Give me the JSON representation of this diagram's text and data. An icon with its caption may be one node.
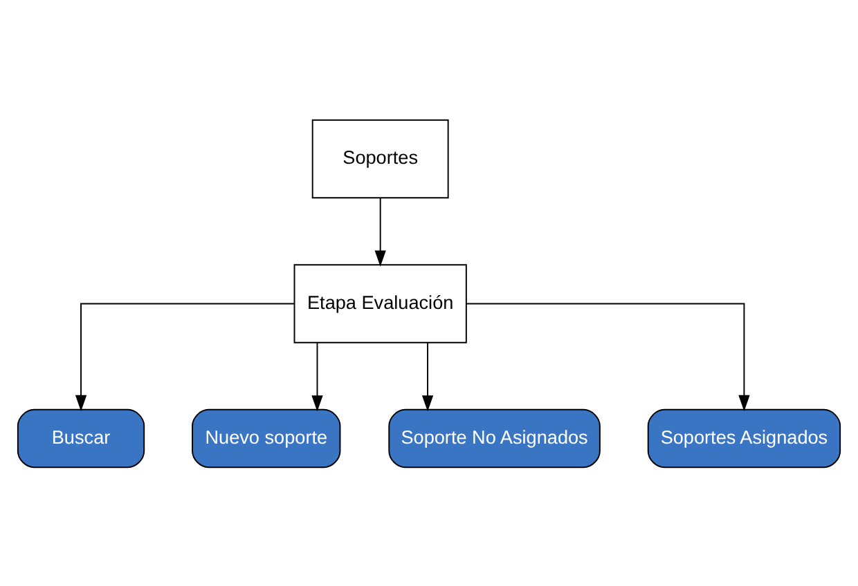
{
  "diagram": {
    "nodes": [
      {
        "text": [
          "Soportes"
        ]
      },
      {
        "text": [
          "Etapa Evaluación"
        ]
      },
      {
        "text": [
          "Buscar"
        ]
      },
      {
        "text": [
          "Nuevo soporte"
        ]
      },
      {
        "text": [
          "Soporte No Asignados"
        ]
      },
      {
        "text": [
          "Soportes Asignados"
        ]
      }
    ],
    "edges": [
      {
        "from": 0,
        "to": 1,
        "arrow": "to"
      },
      {
        "from": 1,
        "to": 2,
        "arrow": "to"
      },
      {
        "from": 1,
        "to": 3,
        "arrow": "to"
      },
      {
        "from": 1,
        "to": 4,
        "arrow": "to"
      },
      {
        "from": 1,
        "to": 5,
        "arrow": "to"
      }
    ]
  }
}
